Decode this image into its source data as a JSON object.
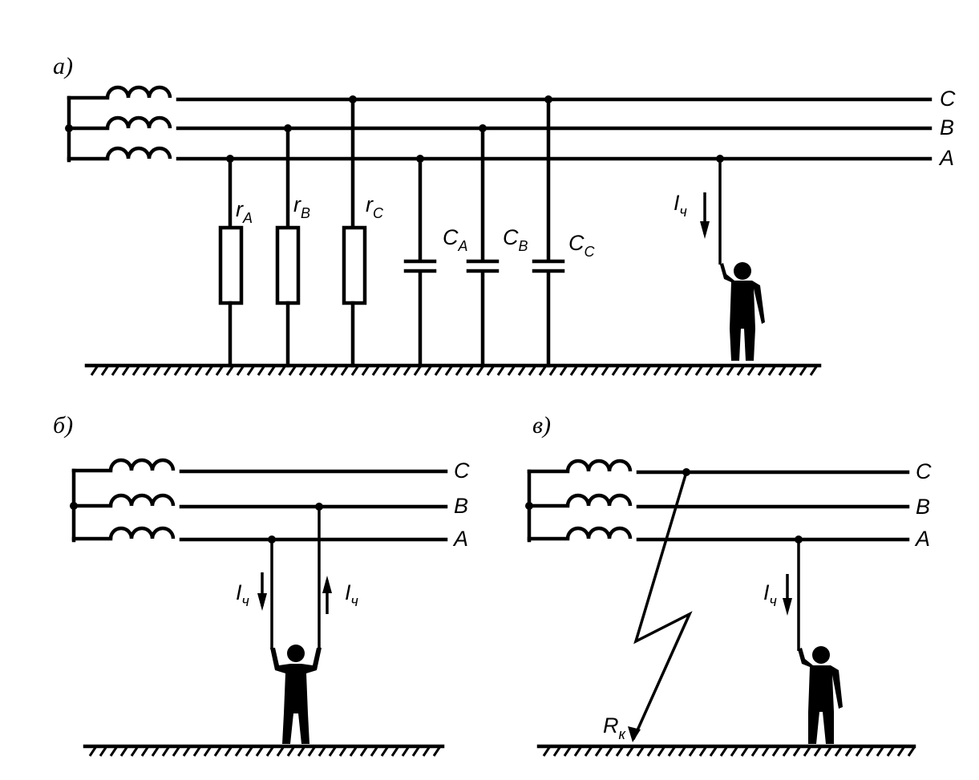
{
  "panels": {
    "a": {
      "label": "а)",
      "phases": [
        "C",
        "B",
        "A"
      ],
      "resistors": [
        {
          "main": "r",
          "sub": "A"
        },
        {
          "main": "r",
          "sub": "B"
        },
        {
          "main": "r",
          "sub": "C"
        }
      ],
      "capacitors": [
        {
          "main": "C",
          "sub": "A"
        },
        {
          "main": "C",
          "sub": "B"
        },
        {
          "main": "C",
          "sub": "C"
        }
      ],
      "current": {
        "main": "I",
        "sub": "ч"
      }
    },
    "b": {
      "label": "б)",
      "phases": [
        "C",
        "B",
        "A"
      ],
      "current_left": {
        "main": "I",
        "sub": "ч"
      },
      "current_right": {
        "main": "I",
        "sub": "ч"
      }
    },
    "v": {
      "label": "в)",
      "phases": [
        "C",
        "B",
        "A"
      ],
      "fault": {
        "main": "R",
        "sub": "к"
      },
      "current": {
        "main": "I",
        "sub": "ч"
      }
    }
  }
}
